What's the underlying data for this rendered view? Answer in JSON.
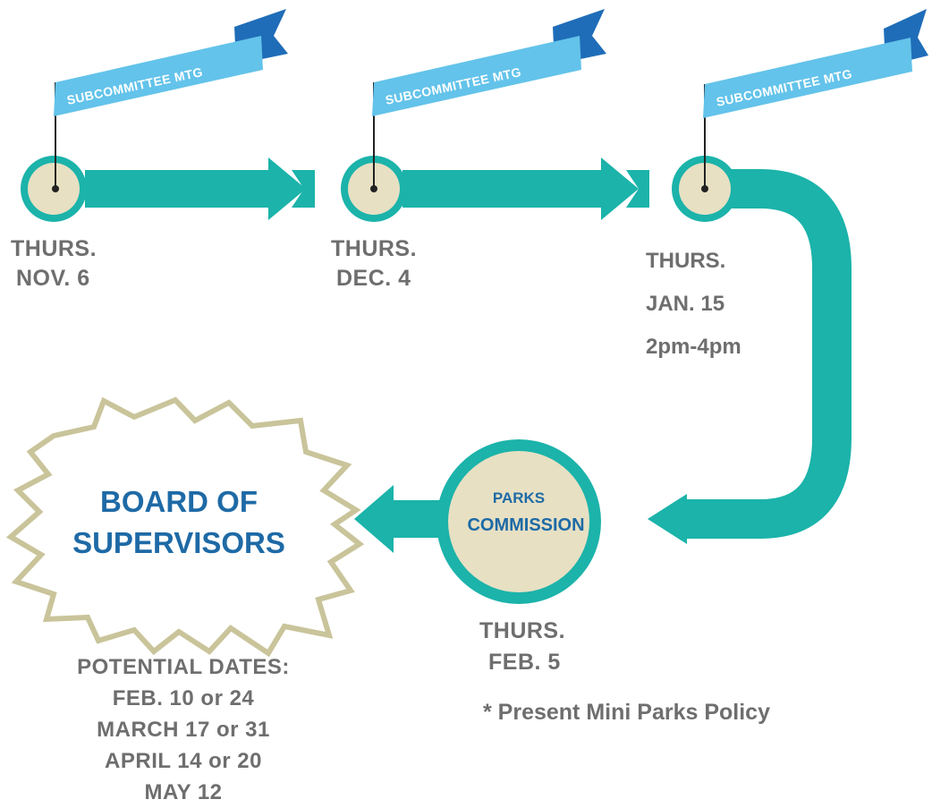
{
  "colors": {
    "arrow": "#1bb3aa",
    "circle_fill": "#e7e0c3",
    "flag": "#63c3ea",
    "flag_tail": "#1f6db8",
    "board_text": "#1e6aa6",
    "starburst_stroke": "#c9c49a",
    "date_text": "#6e6e6e"
  },
  "milestones": [
    {
      "flag": "SUBCOMMITTEE MTG",
      "day": "THURS.",
      "date": "NOV. 6"
    },
    {
      "flag": "SUBCOMMITTEE MTG",
      "day": "THURS.",
      "date": "DEC. 4"
    },
    {
      "flag": "SUBCOMMITTEE MTG",
      "day": "THURS.",
      "date": "JAN. 15",
      "time": "2pm-4pm"
    }
  ],
  "parks": {
    "line1": "PARKS",
    "line2": "COMMISSION",
    "day": "THURS.",
    "date": "FEB. 5",
    "note": "* Present Mini Parks Policy"
  },
  "board": {
    "line1": "BOARD OF",
    "line2": "SUPERVISORS",
    "dates_heading": "POTENTIAL DATES:",
    "dates": [
      "FEB. 10 or 24",
      "MARCH 17 or 31",
      "APRIL 14 or 20",
      "MAY 12"
    ]
  }
}
